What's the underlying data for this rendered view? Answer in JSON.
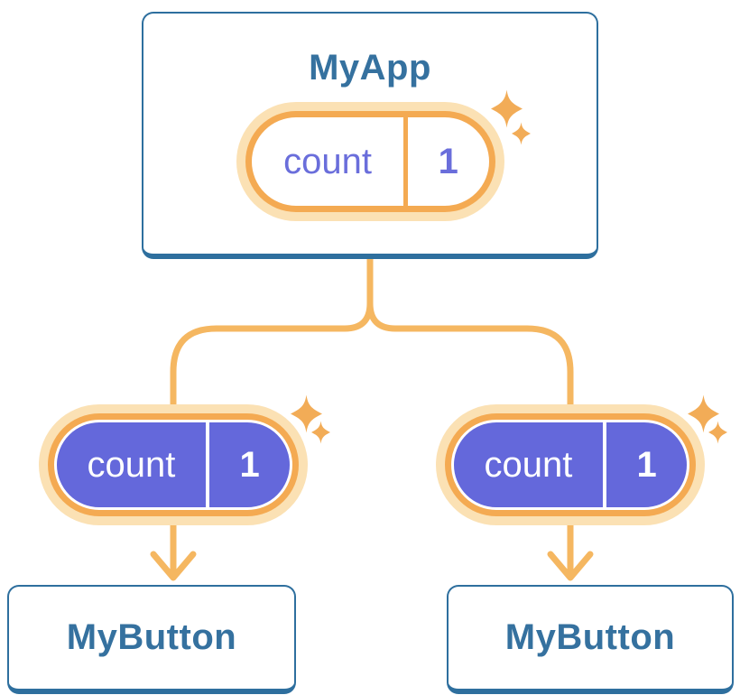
{
  "colors": {
    "card_border": "#2E6F9E",
    "heading_text": "#35719F",
    "connector": "#F5B761",
    "pill_ring": "#F4AA52",
    "pill_halo": "#FBE1B4",
    "state_purple": "#6468DB",
    "state_text_purple": "#6A6EDB",
    "sparkle": "#F2AC57",
    "canvas_bg": "#FFFFFF"
  },
  "tree": {
    "root": {
      "title": "MyApp",
      "state": {
        "name": "count",
        "value": "1"
      }
    },
    "children": [
      {
        "title": "MyButton",
        "state": {
          "name": "count",
          "value": "1"
        }
      },
      {
        "title": "MyButton",
        "state": {
          "name": "count",
          "value": "1"
        }
      }
    ]
  }
}
